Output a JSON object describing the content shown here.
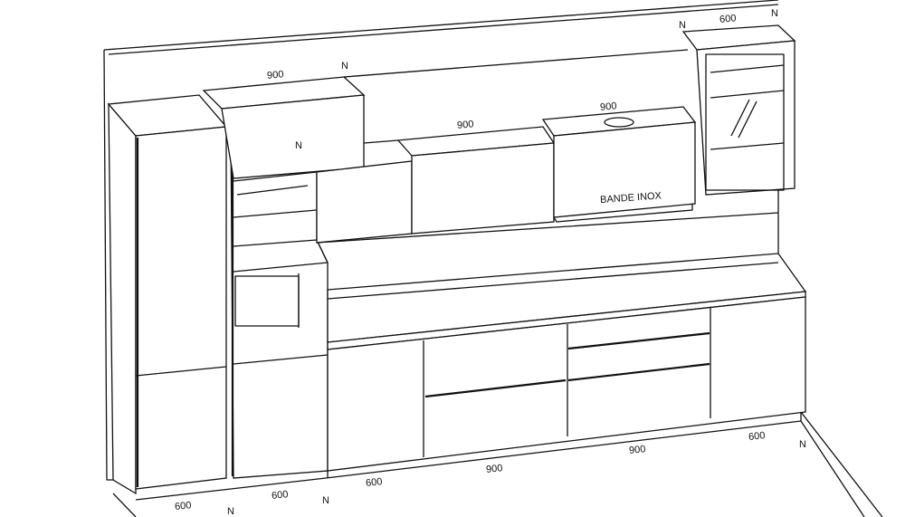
{
  "drawing": {
    "upper_labels": {
      "left_cabinet_width": "900",
      "left_cabinet_marker": "N",
      "left_cabinet_door": "N",
      "middle_cabinet_width": "900",
      "hood_width": "900",
      "hood_text": "BANDE INOX",
      "right_marker_left": "N",
      "right_cabinet_width": "600",
      "right_marker_right": "N"
    },
    "lower_labels": [
      {
        "text": "600"
      },
      {
        "text": "N"
      },
      {
        "text": "600"
      },
      {
        "text": "N"
      },
      {
        "text": "600"
      },
      {
        "text": "900"
      },
      {
        "text": "900"
      },
      {
        "text": "600"
      },
      {
        "text": "N"
      }
    ]
  }
}
